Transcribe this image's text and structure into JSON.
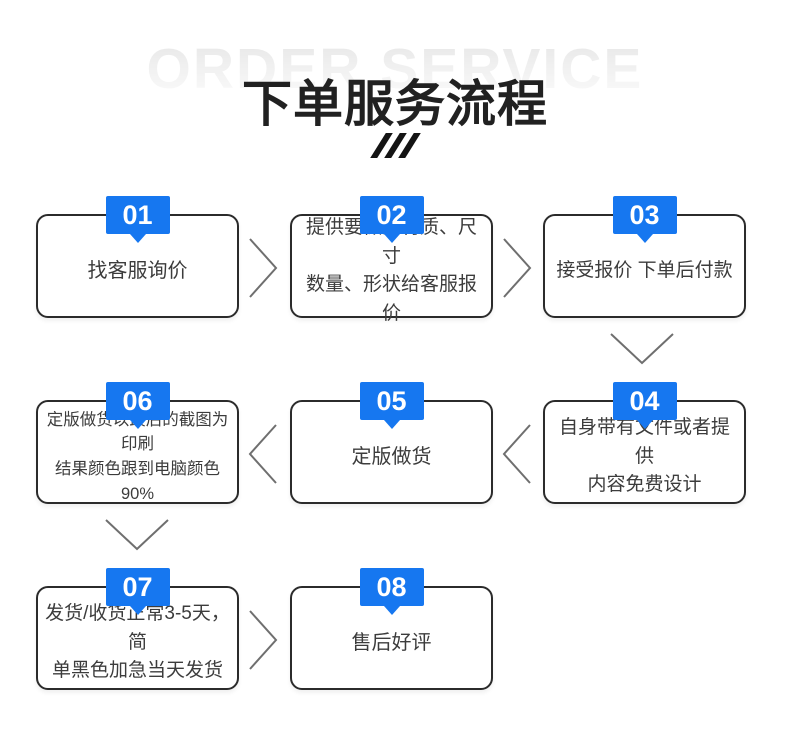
{
  "header": {
    "watermark": "ORDER SERVICE",
    "title": "下单服务流程",
    "slashes": "///"
  },
  "steps": [
    {
      "number": "01",
      "lines": [
        "找客服询价",
        ""
      ]
    },
    {
      "number": "02",
      "lines": [
        "提供要做的材质、尺寸",
        "数量、形状给客服报价"
      ]
    },
    {
      "number": "03",
      "lines": [
        "接受报价 下单后付款",
        ""
      ]
    },
    {
      "number": "04",
      "lines": [
        "自身带有文件或者提供",
        "内容免费设计"
      ]
    },
    {
      "number": "05",
      "lines": [
        "定版做货",
        ""
      ]
    },
    {
      "number": "06",
      "lines": [
        "定版做货以最后的截图为印刷",
        "结果颜色跟到电脑颜色90%"
      ]
    },
    {
      "number": "07",
      "lines": [
        "发货/收货正常3-5天，简",
        "单黑色加急当天发货"
      ]
    },
    {
      "number": "08",
      "lines": [
        "售后好评",
        ""
      ]
    }
  ],
  "flow_order": [
    "01",
    "02",
    "03",
    "04",
    "05",
    "06",
    "07",
    "08"
  ],
  "colors": {
    "badge_blue": "#1677f0",
    "box_border": "#2b2b2b",
    "box_text": "#3c3c3c",
    "arrow_gray": "#6f6f6f",
    "watermark_gray": "#ececec",
    "title_black": "#212121",
    "background": "#ffffff"
  }
}
